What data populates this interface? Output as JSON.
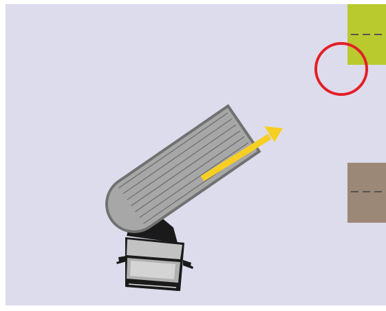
{
  "colors": {
    "background": "#dddced",
    "frame": "#ffffff",
    "zone_green": "#b9ca2e",
    "zone_brown": "#9c8876",
    "platform_fill": "#a7a7a7",
    "platform_stroke": "#717171",
    "arrow": "#f7cf23",
    "highlight_circle": "#e31f26",
    "tractor_black": "#1a1a1a",
    "tractor_grey": "#c2c2c2"
  },
  "illustration": {
    "zones": [
      {
        "name": "zone-green",
        "color_key": "zone_green",
        "has_center_line": true
      },
      {
        "name": "zone-brown",
        "color_key": "zone_brown",
        "has_center_line": true
      }
    ],
    "platform": {
      "groove_count": 7
    },
    "arrow_direction": "up-right",
    "highlight": "corner-contact",
    "vehicle": "tractor-rear-view"
  }
}
